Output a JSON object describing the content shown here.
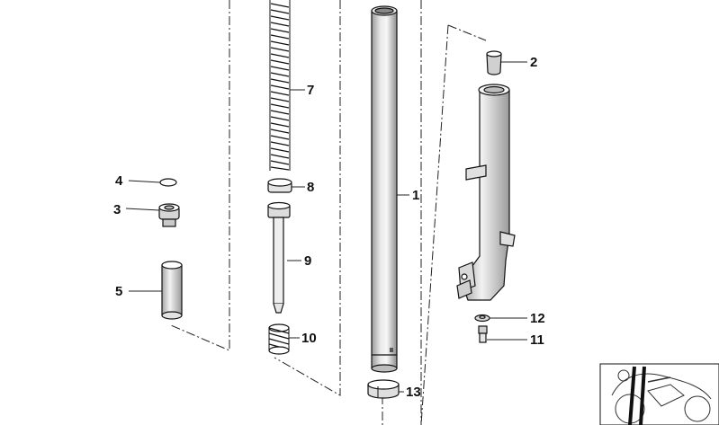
{
  "callouts": [
    {
      "id": "1",
      "label": "1"
    },
    {
      "id": "2",
      "label": "2"
    },
    {
      "id": "3",
      "label": "3"
    },
    {
      "id": "4",
      "label": "4"
    },
    {
      "id": "5",
      "label": "5"
    },
    {
      "id": "7",
      "label": "7"
    },
    {
      "id": "8",
      "label": "8"
    },
    {
      "id": "9",
      "label": "9"
    },
    {
      "id": "10",
      "label": "10"
    },
    {
      "id": "11",
      "label": "11"
    },
    {
      "id": "12",
      "label": "12"
    },
    {
      "id": "13",
      "label": "13"
    }
  ],
  "colors": {
    "line": "#111111",
    "background": "#ffffff",
    "shade": "#cfcfcf"
  }
}
